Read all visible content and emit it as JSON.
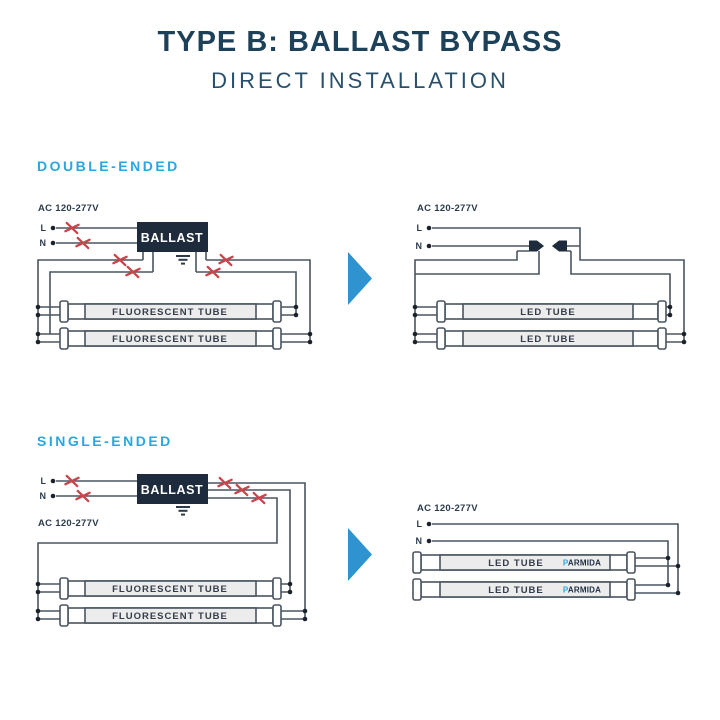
{
  "title": "TYPE B: BALLAST BYPASS",
  "subtitle": "DIRECT INSTALLATION",
  "colors": {
    "accent_blue": "#2aa7e0",
    "arrow_blue": "#2e93cf",
    "navy_title": "#1d4158",
    "cut_mark_red": "#c9454b",
    "wire_gray": "#4a5560",
    "ballast_bg": "#1d2b3c",
    "tube_label_bg": "#ececec"
  },
  "double_ended": {
    "heading": "DOUBLE-ENDED",
    "before": {
      "voltage": "AC 120-277V",
      "live_label": "L",
      "neutral_label": "N",
      "ballast_label": "BALLAST",
      "tubes": [
        "FLUORESCENT TUBE",
        "FLUORESCENT TUBE"
      ]
    },
    "after": {
      "voltage": "AC 120-277V",
      "live_label": "L",
      "neutral_label": "N",
      "tubes": [
        "LED TUBE",
        "LED TUBE"
      ]
    }
  },
  "single_ended": {
    "heading": "SINGLE-ENDED",
    "before": {
      "voltage": "AC 120-277V",
      "live_label": "L",
      "neutral_label": "N",
      "ballast_label": "BALLAST",
      "tubes": [
        "FLUORESCENT TUBE",
        "FLUORESCENT TUBE"
      ]
    },
    "after": {
      "voltage": "AC 120-277V",
      "live_label": "L",
      "neutral_label": "N",
      "tubes": [
        {
          "name": "LED TUBE",
          "brand_p": "P",
          "brand_rest": "ARMIDA"
        },
        {
          "name": "LED TUBE",
          "brand_p": "P",
          "brand_rest": "ARMIDA"
        }
      ]
    }
  }
}
